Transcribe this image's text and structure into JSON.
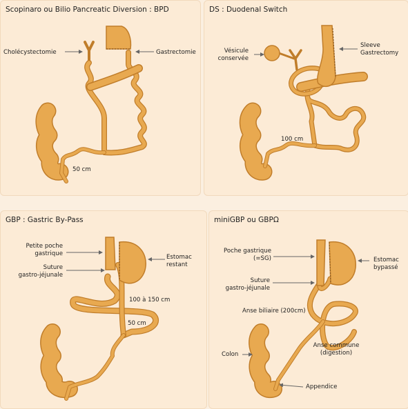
{
  "colors": {
    "organ": "#e8a950",
    "stroke": "#c07d2a",
    "background": "#fcebd6",
    "arrow": "#666666"
  },
  "panels": {
    "bpd": {
      "title": "Scopinaro ou Bilio Pancreatic Diversion : BPD",
      "labels": {
        "cholecystectomie": "Cholécystectomie",
        "gastrectomie": "Gastrectomie",
        "distance": "50 cm"
      }
    },
    "ds": {
      "title": "DS : Duodenal Switch",
      "labels": {
        "vesicule_1": "Vésicule",
        "vesicule_2": "conservée",
        "sleeve_1": "Sleeve",
        "sleeve_2": "Gastrectomy",
        "distance": "100 cm"
      }
    },
    "gbp": {
      "title": "GBP : Gastric By-Pass",
      "labels": {
        "poche_1": "Petite poche",
        "poche_2": "gastrique",
        "suture_1": "Suture",
        "suture_2": "gastro-jéjunale",
        "estomac_1": "Estomac",
        "estomac_2": "restant",
        "distance_1": "100 à 150 cm",
        "distance_2": "50 cm"
      }
    },
    "minigbp": {
      "title": "miniGBP ou GBPΩ",
      "labels": {
        "poche_1": "Poche gastrique",
        "poche_2": "(=SG)",
        "suture_1": "Suture",
        "suture_2": "gastro-jéjunale",
        "estomac_1": "Estomac",
        "estomac_2": "bypassé",
        "anse_biliaire": "Anse biliaire (200cm)",
        "colon": "Colon",
        "anse_commune_1": "Anse commune",
        "anse_commune_2": "(digestion)",
        "appendice": "Appendice"
      }
    }
  }
}
